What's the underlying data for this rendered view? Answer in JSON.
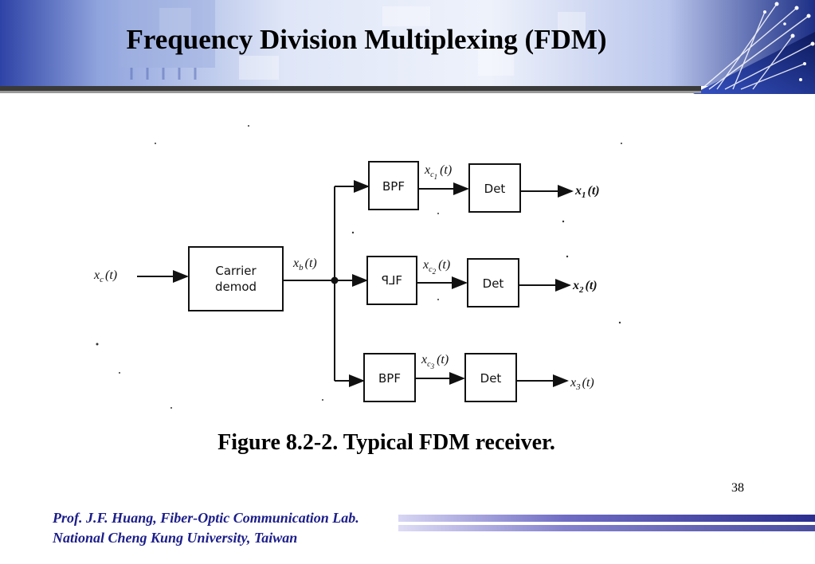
{
  "slide": {
    "title": "Frequency Division Multiplexing (FDM)",
    "caption": "Figure 8.2-2. Typical FDM receiver.",
    "page_number": "38"
  },
  "footer": {
    "line1": "Prof. J.F. Huang, Fiber-Optic Communication Lab.",
    "line2": "National Cheng Kung University, Taiwan"
  },
  "diagram": {
    "input_label": "x",
    "input_label_sub": "c",
    "input_label_arg": "(t)",
    "demod_label_line1": "Carrier",
    "demod_label_line2": "demod",
    "baseband_label": "x",
    "baseband_label_sub": "b",
    "baseband_label_arg": "(t)",
    "branches": [
      {
        "bpf": "BPF",
        "mid_label": "x",
        "mid_sub": "c",
        "mid_subsub": "1",
        "mid_arg": "(t)",
        "det": "Det",
        "out_label": "x",
        "out_sub": "1",
        "out_arg": "(t)"
      },
      {
        "bpf": "ꟼ⅃F",
        "mid_label": "x",
        "mid_sub": "c",
        "mid_subsub": "2",
        "mid_arg": "(t)",
        "det": "Det",
        "out_label": "x",
        "out_sub": "2",
        "out_arg": "(t)"
      },
      {
        "bpf": "BPF",
        "mid_label": "x",
        "mid_sub": "c",
        "mid_subsub": "3",
        "mid_arg": "(t)",
        "det": "Det",
        "out_label": "x",
        "out_sub": "3",
        "out_arg": "(t)"
      }
    ]
  },
  "colors": {
    "header_blue": "#2a3f9e",
    "footer_text": "#1b1d8a",
    "footer_bar_dark": "#2b2e8f",
    "footer_bar_light": "#b9b7e6"
  }
}
